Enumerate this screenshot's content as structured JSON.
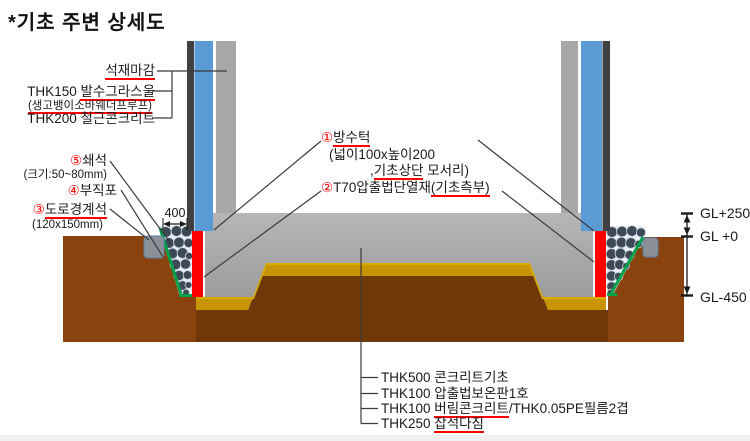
{
  "title": "*기초 주변 상세도",
  "colors": {
    "wall_finish_gray": "#a8a8a8",
    "insulation_blue": "#5b9bd5",
    "wall_dark_layer": "#3f3f44",
    "slab_gray": "#a9a9a9",
    "insulation_board_yellow": "#c69405",
    "earth_brown": "#8a430f",
    "rubble_dark_brown": "#6e3809",
    "waterproof_red": "#ff0000",
    "fabric_green": "#00a14b",
    "stone_dark": "#3d4956",
    "callout_red": "#ff0000"
  },
  "wall_callout": {
    "finish": "석재마감",
    "insulation_pre": "THK150 ",
    "insulation_ul": "발수그라스울",
    "insulation_note": "(생고뱅이소바웨더프루프)",
    "concrete": "THK200 철근콘크리트"
  },
  "left_callouts": {
    "crushed_stone_num": "⑤",
    "crushed_stone": "쇄석",
    "crushed_stone_size": "(크기:50~80mm)",
    "fabric_num": "④",
    "fabric": "부직포",
    "curb_num": "③",
    "curb": "도로경계석",
    "curb_size": "(120x150mm)"
  },
  "center_callouts": {
    "waterproof_num": "①",
    "waterproof": "방수턱",
    "waterproof_detail1": "(넓이100x높이200",
    "waterproof_detail2_pre": ",",
    "waterproof_detail2_ul": "기초상단",
    "waterproof_detail2_post": " 모서리)",
    "side_insulation_num": "②",
    "side_insulation_pre": "T70압출법단열재",
    "side_insulation_ul": "(기초측부)"
  },
  "dimensions": {
    "trench_width": "400"
  },
  "gl_labels": {
    "plus250": "GL+250",
    "zero": "GL +0",
    "minus450": "GL-450"
  },
  "bottom_callouts": [
    {
      "pre": "THK500 콘크리트기초",
      "ul": "",
      "post": ""
    },
    {
      "pre": "THK100 압출법보온판1호",
      "ul": "",
      "post": ""
    },
    {
      "pre": "THK100 ",
      "ul": "버림콘크리트",
      "post": "/THK0.05PE필름2겹"
    },
    {
      "pre": "THK250 ",
      "ul": "잡석다짐",
      "post": ""
    }
  ]
}
